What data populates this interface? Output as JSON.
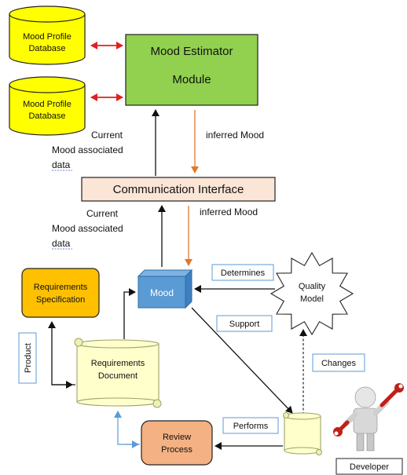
{
  "databases": [
    {
      "line1": "Mood Profile",
      "line2": "Database"
    },
    {
      "line1": "Mood Profile",
      "line2": "Database"
    }
  ],
  "mood_estimator": {
    "line1": "Mood Estimator",
    "line2": "Module"
  },
  "communication_interface": "Communication Interface",
  "labels_top": {
    "current_mood_line1": "Current",
    "current_mood_line2": "Mood associated",
    "current_mood_line3": "data",
    "inferred_mood": "inferred Mood"
  },
  "labels_mid": {
    "current_mood_line1": "Current",
    "current_mood_line2": "Mood associated",
    "current_mood_line3": "data",
    "inferred_mood": "inferred Mood"
  },
  "requirements_spec": {
    "line1": "Requirements",
    "line2": "Specification"
  },
  "mood": "Mood",
  "determines": "Determines",
  "quality_model": {
    "line1": "Quality",
    "line2": "Model"
  },
  "support": "Support",
  "product": "Product",
  "requirements_document": {
    "line1": "Requirements",
    "line2": "Document"
  },
  "changes": "Changes",
  "performs": "Performs",
  "review_process": {
    "line1": "Review",
    "line2": "Process"
  },
  "developer": "Developer",
  "colors": {
    "database_fill": "#ffff00",
    "module_fill": "#92d050",
    "interface_fill": "#fbe5d6",
    "spec_fill": "#ffc000",
    "mood_fill": "#5b9bd5",
    "scroll_fill": "#ffffcc",
    "review_fill": "#f4b183",
    "red_arrow": "#e02020",
    "orange_arrow": "#e07830",
    "blue_arrow": "#5b9bd5"
  }
}
